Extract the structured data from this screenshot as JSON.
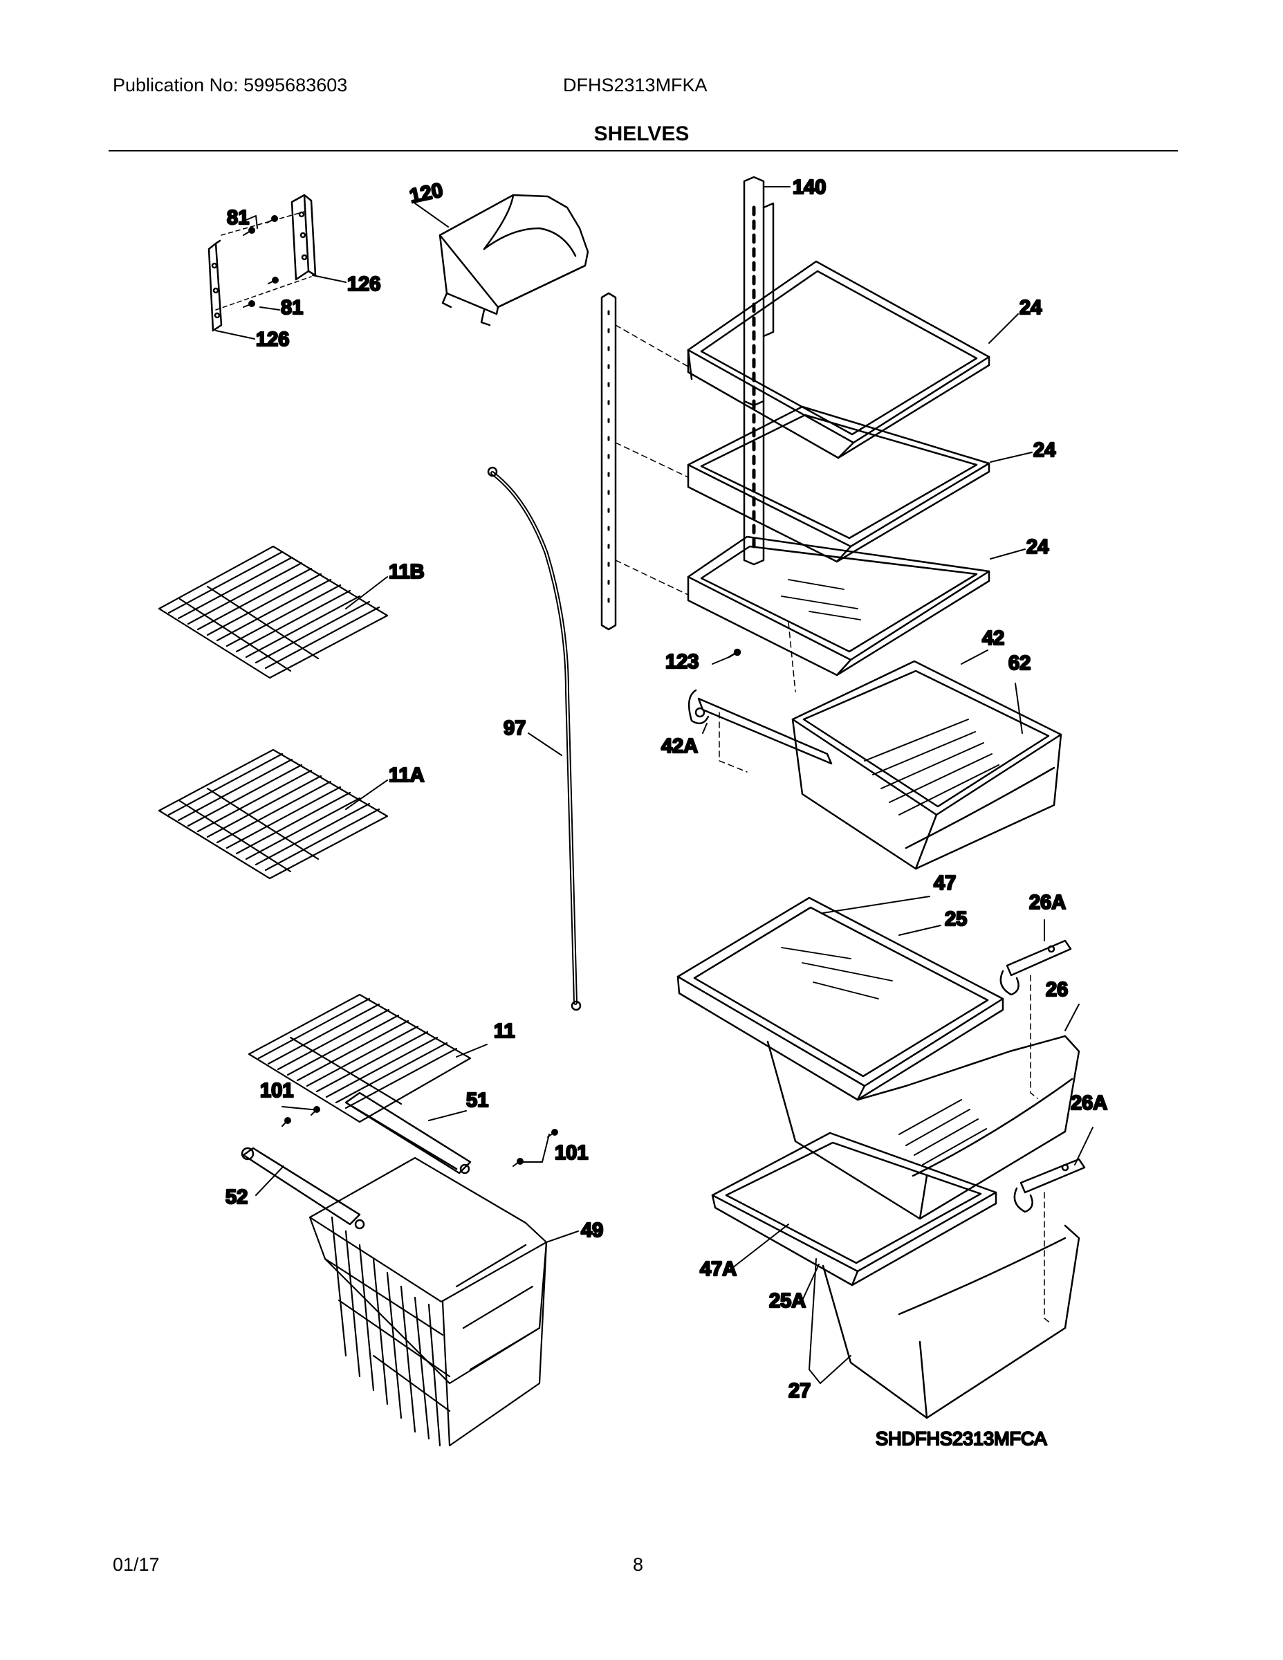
{
  "header": {
    "publication": "Publication No: 5995683603",
    "model": "DFHS2313MFKA",
    "section_title": "SHELVES"
  },
  "diagram": {
    "reference_code": "SHDFHS2313MFCA",
    "callouts": [
      "81",
      "126",
      "81",
      "126",
      "120",
      "140",
      "24",
      "24",
      "24",
      "11B",
      "11A",
      "97",
      "123",
      "42",
      "62",
      "42A",
      "47",
      "25",
      "26A",
      "26",
      "26A",
      "11",
      "101",
      "51",
      "101",
      "52",
      "49",
      "47A",
      "25A",
      "27"
    ]
  },
  "footer": {
    "date": "01/17",
    "page": "8"
  }
}
